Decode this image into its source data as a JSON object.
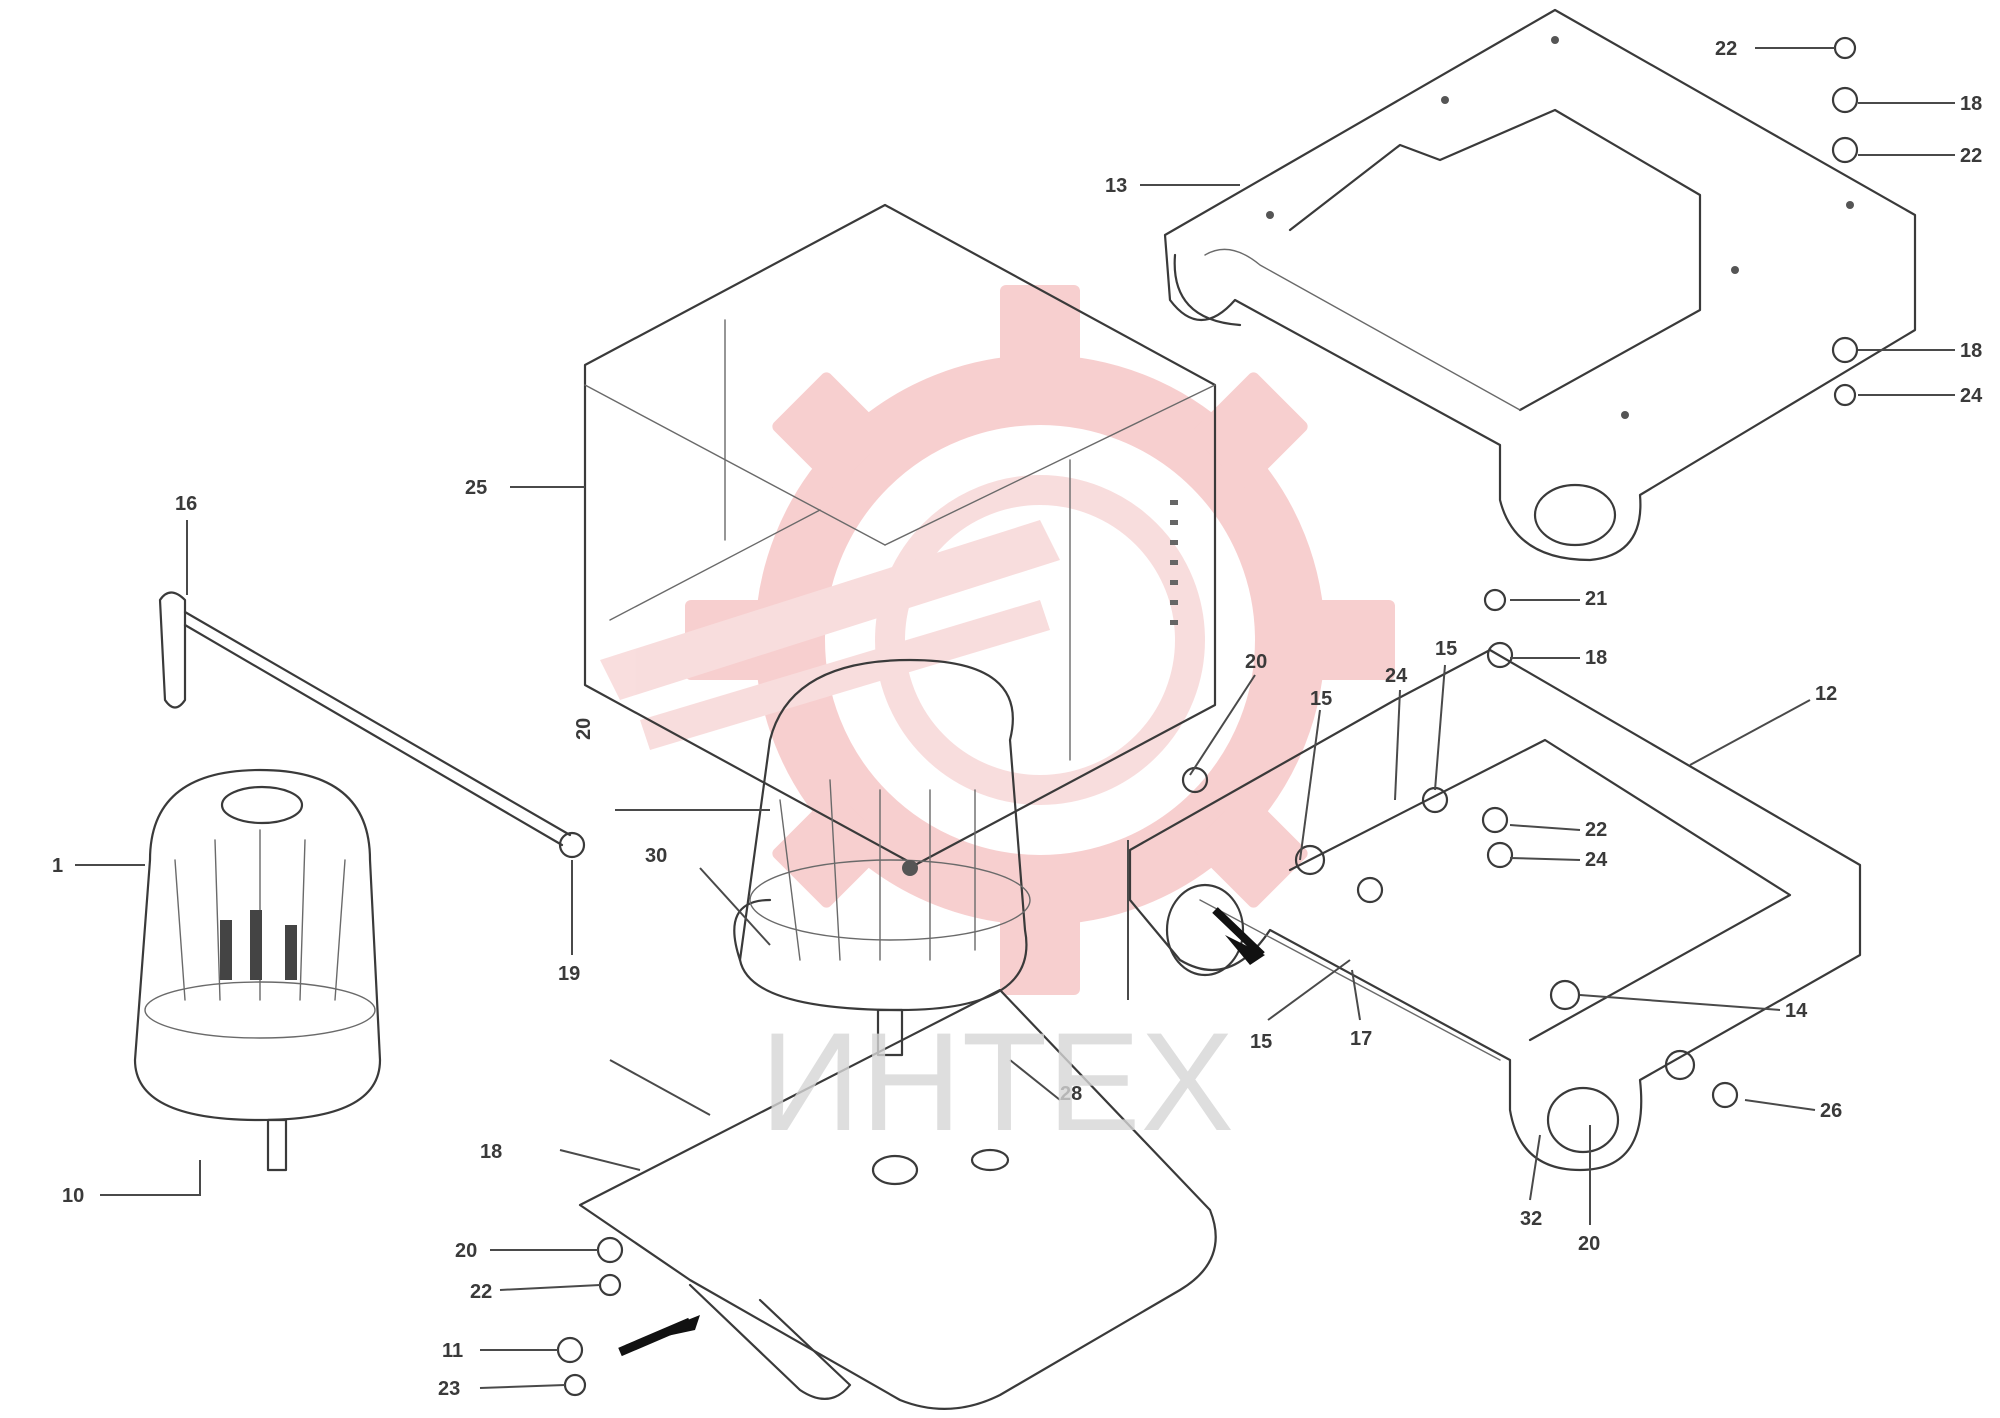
{
  "diagram": {
    "callouts": {
      "c_top_22": "22",
      "c_top_r1": "18",
      "c_top_r2": "22",
      "c_13": "13",
      "c_top_r3": "18",
      "c_top_r4": "24",
      "c_25": "25",
      "c_16": "16",
      "c_1": "1",
      "c_19": "19",
      "c_10": "10",
      "c_30": "30",
      "c_mid_21": "21",
      "c_mid_18": "18",
      "c_12": "12",
      "c_20a": "20",
      "c_15a": "15",
      "c_24a": "24",
      "c_15b": "15",
      "c_22b": "22",
      "c_24b": "24",
      "c_14": "14",
      "c_26": "26",
      "c_15c": "15",
      "c_17": "17",
      "c_28": "28",
      "c_32": "32",
      "c_18": "18",
      "c_20": "20",
      "c_20b": "20",
      "c_bot_22": "22",
      "c_11": "11",
      "c_23": "23",
      "c_bot_20": "20"
    },
    "watermark_text": "ИНТЕХ",
    "colors": {
      "line": "#3a3a3a",
      "watermark_gear": "#f2b3b3",
      "watermark_text": "#d0d0d0"
    }
  }
}
